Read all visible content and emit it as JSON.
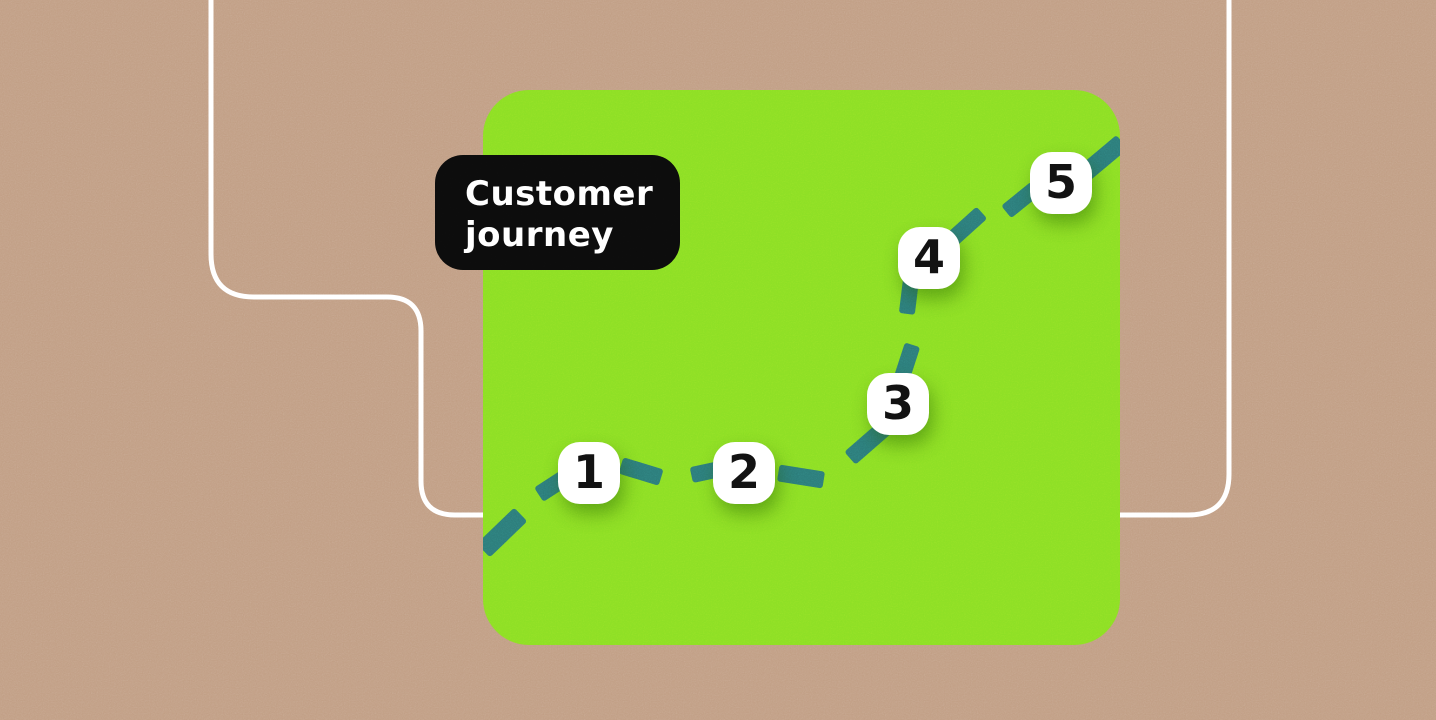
{
  "label": {
    "lines": [
      "Customer",
      "journey"
    ]
  },
  "steps": [
    {
      "label": "1"
    },
    {
      "label": "2"
    },
    {
      "label": "3"
    },
    {
      "label": "4"
    },
    {
      "label": "5"
    }
  ],
  "colors": {
    "background": "#c19e84",
    "card": "#8bdf24",
    "path": "#2c7b79",
    "label_bg": "#0c0c0c",
    "label_text": "#ffffff",
    "badge_bg": "#ffffff",
    "badge_text": "#111111",
    "outline": "#ffffff"
  }
}
